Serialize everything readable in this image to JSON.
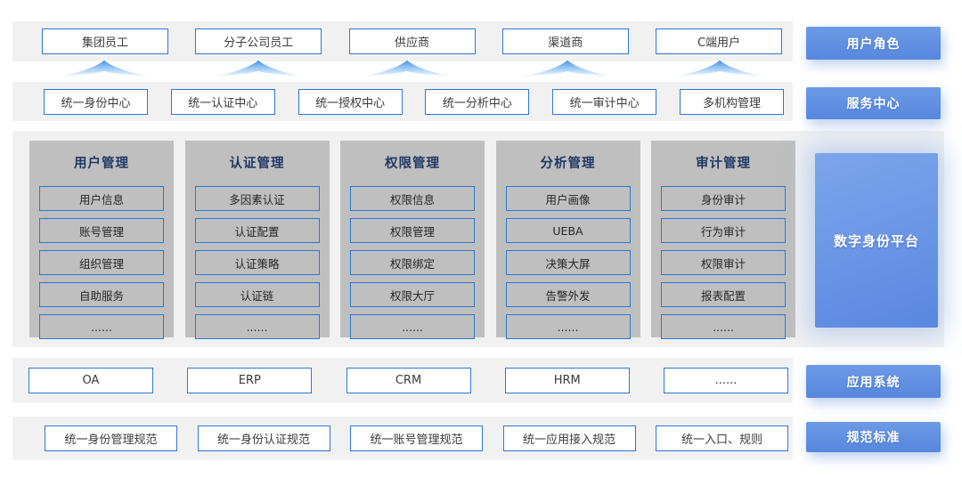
{
  "diagram_title": "数字身份平台",
  "colors": {
    "box_border_blue": "#2E77D4",
    "label_blue_top": "#6C9AE6",
    "label_blue_bottom": "#5787DE",
    "platform_blue_top": "#7BA6EC",
    "platform_blue_bottom": "#5A87E0",
    "column_gray": "#BFBFBF",
    "band_gray": "#F1F1F2",
    "title_navy": "#1F3864",
    "arrow_blue": "#3E8EE8",
    "box_text": "#3B3B3B",
    "label_text": "#FFFFFF"
  },
  "bands": {
    "user_roles": {
      "label": "用户角色",
      "boxes": [
        "集团员工",
        "分子公司员工",
        "供应商",
        "渠道商",
        "C端用户"
      ]
    },
    "service_center": {
      "label": "服务中心",
      "boxes": [
        "统一身份中心",
        "统一认证中心",
        "统一授权中心",
        "统一分析中心",
        "统一审计中心",
        "多机构管理"
      ]
    },
    "platform": {
      "label": "数字身份平台",
      "columns": [
        {
          "title": "用户管理",
          "items": [
            "用户信息",
            "账号管理",
            "组织管理",
            "自助服务",
            "......"
          ]
        },
        {
          "title": "认证管理",
          "items": [
            "多因素认证",
            "认证配置",
            "认证策略",
            "认证链",
            "......"
          ]
        },
        {
          "title": "权限管理",
          "items": [
            "权限信息",
            "权限管理",
            "权限绑定",
            "权限大厅",
            "......"
          ]
        },
        {
          "title": "分析管理",
          "items": [
            "用户画像",
            "UEBA",
            "决策大屏",
            "告警外发",
            "......"
          ]
        },
        {
          "title": "审计管理",
          "items": [
            "身份审计",
            "行为审计",
            "权限审计",
            "报表配置",
            "......"
          ]
        }
      ]
    },
    "app_systems": {
      "label": "应用系统",
      "boxes": [
        "OA",
        "ERP",
        "CRM",
        "HRM",
        "......"
      ]
    },
    "standards": {
      "label": "规范标准",
      "boxes": [
        "统一身份管理规范",
        "统一身份认证规范",
        "统一账号管理规范",
        "统一应用接入规范",
        "统一入口、规则"
      ]
    }
  },
  "arrows": {
    "count": 5,
    "direction": "up",
    "meaning": "服务中心支撑用户角色"
  }
}
